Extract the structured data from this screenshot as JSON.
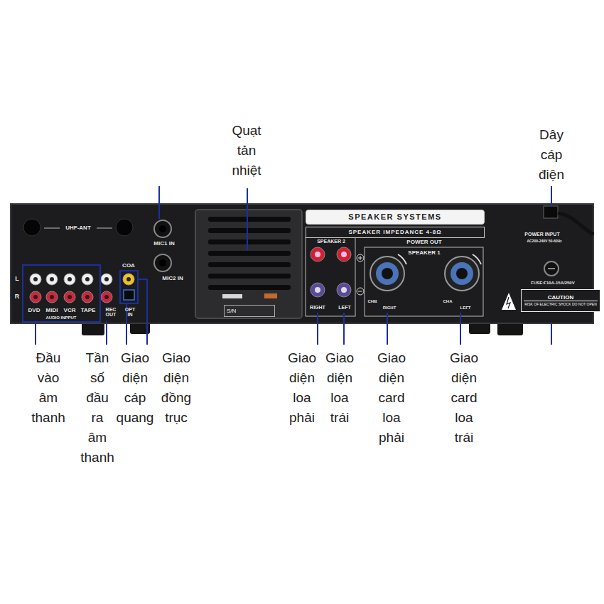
{
  "diagram": {
    "nodes": [
      {
        "text": [
          "SPEAKER SYSTEMS"
        ]
      },
      {
        "text": [
          "SPEAKER IMPEDANCE 4-8Ω"
        ]
      },
      {
        "text": [
          "S/N"
        ]
      },
      {
        "text": [
          "CAUTION",
          "RISK OF ELECTRIC SHOCK DO NOT OPEN"
        ]
      }
    ],
    "labels": [
      "Quạt tản nhiệt",
      "Dây cáp điện",
      "Đầu vào âm thanh",
      "Tần số đầu ra âm thanh",
      "Giao diện cáp quang",
      "Giao diện đồng trục",
      "Giao diện loa phải",
      "Giao diện loa trái",
      "Giao diện card loa phải",
      "Giao diện card loa trái",
      "UHF-ANT",
      "MIC1 IN",
      "MIC2 IN",
      "COA",
      "L",
      "R",
      "DVD",
      "MIDI",
      "VCR",
      "TAPE",
      "AUDIO INPPUT",
      "REC OUT",
      "OPT IN",
      "SPEAKER 2",
      "RIGHT",
      "LEFT",
      "POWER OUT",
      "SPEAKER 1",
      "CHB",
      "RIGHT",
      "CHA",
      "LEFT",
      "POWER INPUT",
      "AC200-240V 50-60Hz",
      "FUSE:F10A-15A/250V"
    ]
  }
}
